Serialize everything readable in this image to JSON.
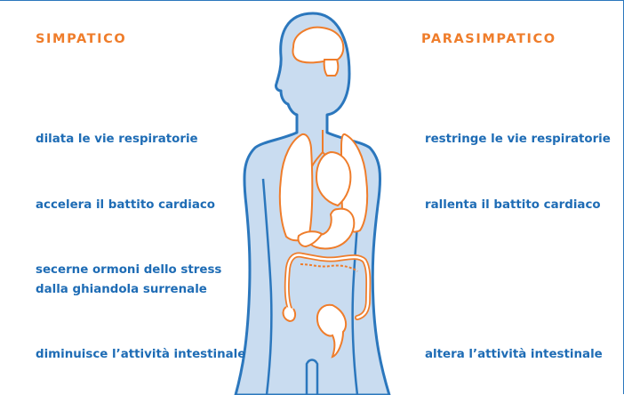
{
  "diagram": {
    "left_heading": "SIMPATICO",
    "right_heading": "PARASIMPATICO",
    "left_items": [
      "dilata le vie respiratorie",
      "accelera il battito cardiaco",
      "secerne ormoni dello stress",
      "dalla ghiandola surrenale",
      "diminuisce l’attività intestinale"
    ],
    "right_items": [
      "restringe le vie respiratorie",
      "rallenta il battito cardiaco",
      "altera l’attività intestinale"
    ]
  },
  "colors": {
    "body_fill": "#c9dcf0",
    "outline": "#2b77bd",
    "organs": "#ef7d2b",
    "text_blue": "#1e6cb5",
    "heading_orange": "#ef7d2b"
  }
}
